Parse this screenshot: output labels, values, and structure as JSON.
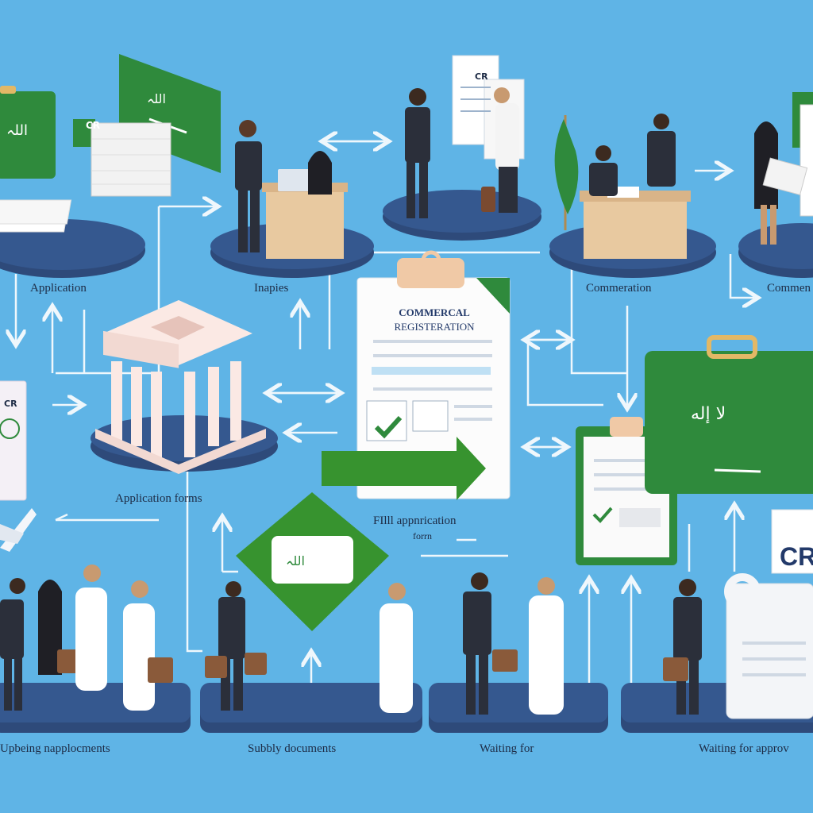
{
  "labels": {
    "application": "Application",
    "inapies": "Inapies",
    "commeration": "Commeration",
    "commen": "Commen",
    "application_forms": "Application forms",
    "fill_form_line1": "FIlll appnrication",
    "fill_form_line2": "forrn",
    "gathering": "Upbeing napplocments",
    "supply_documents": "Subbly documents",
    "waiting_for": "Waiting for",
    "waiting_for_approval": "Waiting for approv"
  },
  "central_document": {
    "title_line1": "COMMERCAL",
    "title_line2": "REGISTERATION"
  },
  "small_tags": {
    "cr_top": "CR",
    "cr_left": "CR",
    "cr_cube": "CR"
  },
  "colors": {
    "background": "#5fb4e6",
    "platform": "#2e4a7a",
    "flag_green": "#2f8a3c",
    "arrow_white": "#ffffff",
    "suit": "#2b2f3a",
    "desk": "#e8c9a0"
  }
}
